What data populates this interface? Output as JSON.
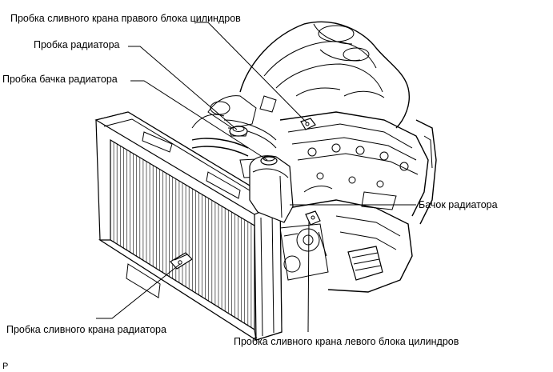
{
  "labels": {
    "right_bank_drain_plug": "Пробка сливного крана правого блока цилиндров",
    "radiator_cap": "Пробка радиатора",
    "reservoir_cap": "Пробка бачка радиатора",
    "reservoir_tank": "Бачок радиатора",
    "radiator_drain_plug": "Пробка сливного крана радиатора",
    "left_bank_drain_plug": "Пробка сливного крана левого блока цилиндров",
    "corner_mark": "P"
  }
}
